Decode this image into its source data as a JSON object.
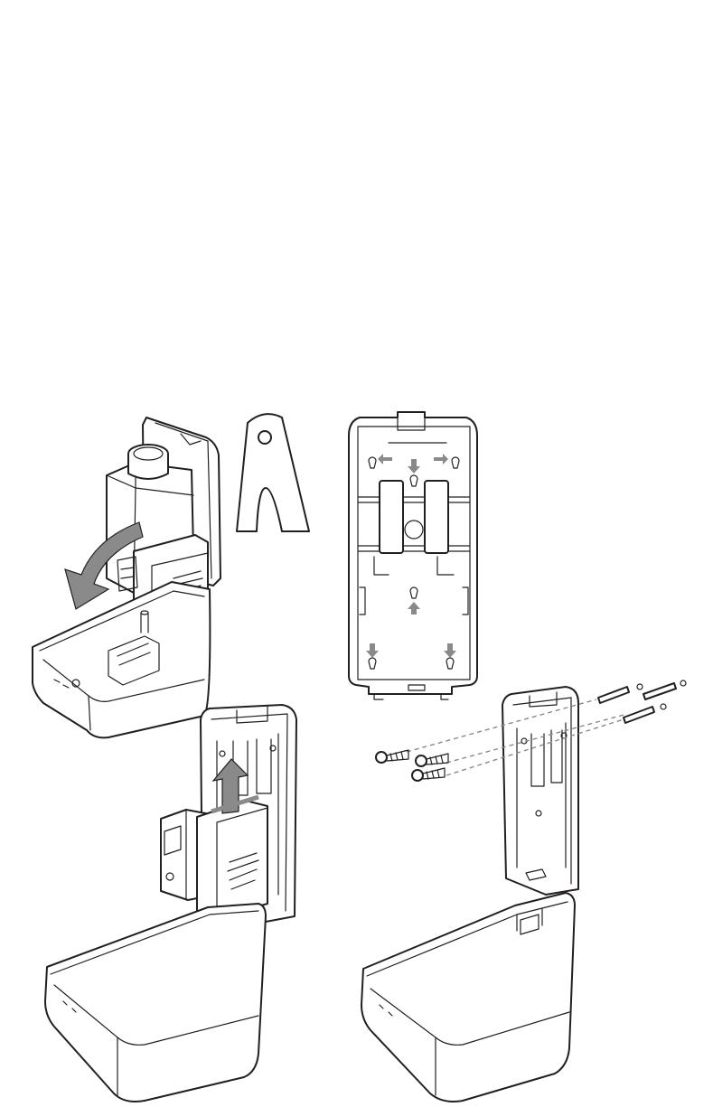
{
  "colors": {
    "ink": "#231f20",
    "arrow_gray": "#8a8a8a",
    "background": "#ffffff"
  },
  "panels": [
    {
      "id": "step-open-tilt",
      "icon": "curved-arrow-icon"
    },
    {
      "id": "mounting-key",
      "icon": "key-tool-icon"
    },
    {
      "id": "backplate-holes",
      "icon": "direction-arrow-icon"
    },
    {
      "id": "insert-pump",
      "icon": "up-arrow-icon"
    },
    {
      "id": "wall-mount-screws",
      "icon": "screw-icon"
    }
  ]
}
